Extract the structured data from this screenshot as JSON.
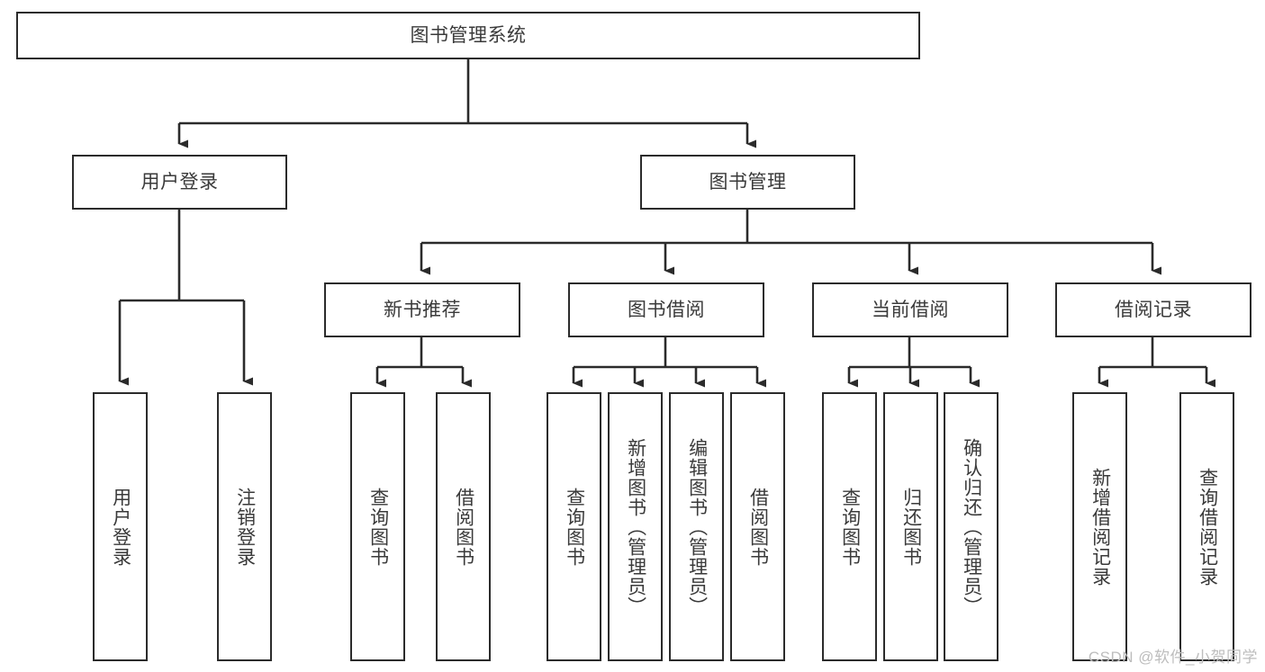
{
  "diagram": {
    "title": "图书管理系统",
    "type": "tree-hierarchy-chart",
    "stroke_color": "#2b2b2b",
    "text_color": "#3a3a3a",
    "background_color": "#ffffff"
  },
  "nodes": {
    "root": {
      "label": "图书管理系统"
    },
    "level1": [
      {
        "id": "user-login",
        "label": "用户登录"
      },
      {
        "id": "book-manage",
        "label": "图书管理"
      }
    ],
    "level2": [
      {
        "id": "new-book-recommend",
        "label": "新书推荐"
      },
      {
        "id": "book-borrow",
        "label": "图书借阅"
      },
      {
        "id": "current-borrow",
        "label": "当前借阅"
      },
      {
        "id": "borrow-record",
        "label": "借阅记录"
      }
    ],
    "leaves": {
      "user_login": [
        {
          "id": "leaf-user-login",
          "label": "用户登录"
        },
        {
          "id": "leaf-logout-login",
          "label": "注销登录"
        }
      ],
      "new_book_recommend": [
        {
          "id": "leaf-query-book-1",
          "label": "查询图书"
        },
        {
          "id": "leaf-borrow-book-1",
          "label": "借阅图书"
        }
      ],
      "book_borrow": [
        {
          "id": "leaf-query-book-2",
          "label": "查询图书"
        },
        {
          "id": "leaf-add-book",
          "label": "新增图书（管理员）"
        },
        {
          "id": "leaf-edit-book",
          "label": "编辑图书（管理员）"
        },
        {
          "id": "leaf-borrow-book-2",
          "label": "借阅图书"
        }
      ],
      "current_borrow": [
        {
          "id": "leaf-query-book-3",
          "label": "查询图书"
        },
        {
          "id": "leaf-return-book",
          "label": "归还图书"
        },
        {
          "id": "leaf-confirm-return",
          "label": "确认归还（管理员）"
        }
      ],
      "borrow_record": [
        {
          "id": "leaf-add-record",
          "label": "新增借阅记录"
        },
        {
          "id": "leaf-query-record",
          "label": "查询借阅记录"
        }
      ]
    }
  },
  "watermark": {
    "text": "CSDN @软件_小贺同学"
  }
}
